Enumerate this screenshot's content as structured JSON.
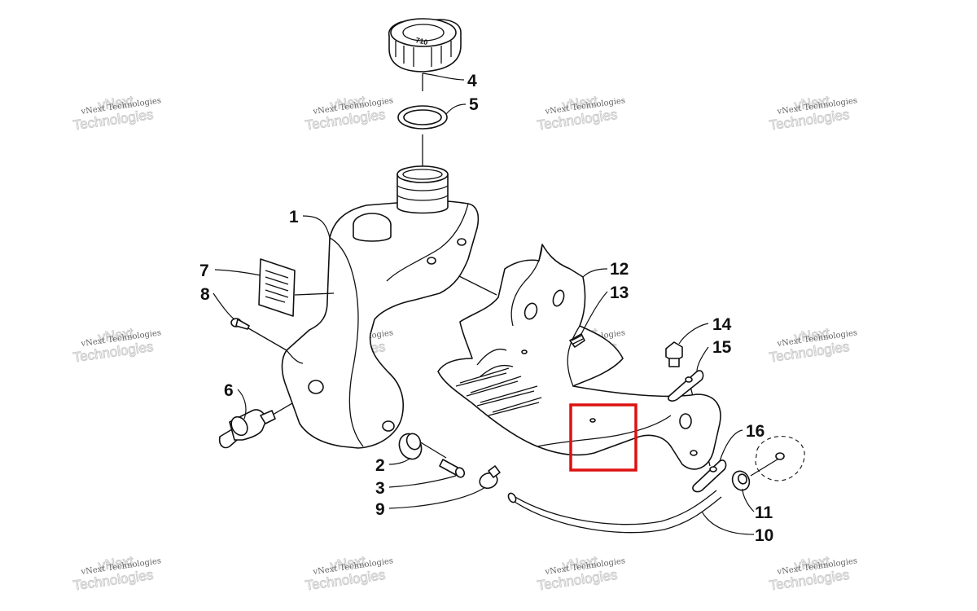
{
  "callouts": {
    "c1": "1",
    "c2": "2",
    "c3": "3",
    "c4": "4",
    "c5": "5",
    "c6": "6",
    "c7": "7",
    "c8": "8",
    "c9": "9",
    "c10": "10",
    "c11": "11",
    "c12": "12",
    "c13": "13",
    "c14": "14",
    "c15": "15",
    "c16": "16"
  },
  "cap_text": "710",
  "watermark": {
    "line1": "vNext Technologies",
    "line2": "Technologies",
    "line2_top": "vNext"
  },
  "highlight_color": "#dd1111"
}
